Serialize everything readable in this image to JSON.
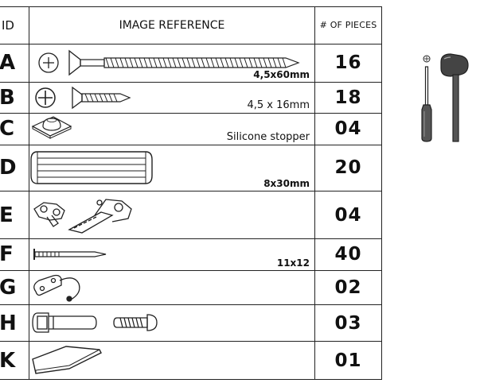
{
  "table": {
    "headers": {
      "id": "ID",
      "image": "IMAGE REFERENCE",
      "qty": "# OF PIECES"
    },
    "rows": [
      {
        "id": "A",
        "label": "4,5x60mm",
        "qty": "16",
        "icon": "long-screw-icon"
      },
      {
        "id": "B",
        "label": "4,5 x 16mm",
        "qty": "18",
        "icon": "short-screw-icon"
      },
      {
        "id": "C",
        "label": "Silicone stopper",
        "qty": "04",
        "icon": "silicone-stopper-icon"
      },
      {
        "id": "D",
        "label": "8x30mm",
        "qty": "20",
        "icon": "wooden-dowel-icon"
      },
      {
        "id": "E",
        "label": "",
        "qty": "04",
        "icon": "hinge-icon"
      },
      {
        "id": "F",
        "label": "11x12",
        "qty": "40",
        "icon": "nail-icon"
      },
      {
        "id": "G",
        "label": "",
        "qty": "02",
        "icon": "hook-icon"
      },
      {
        "id": "H",
        "label": "",
        "qty": "03",
        "icon": "connector-bolt-icon"
      },
      {
        "id": "K",
        "label": "",
        "qty": "01",
        "icon": "felt-pad-icon"
      }
    ]
  },
  "tools": [
    "screwdriver-icon",
    "mallet-icon"
  ]
}
